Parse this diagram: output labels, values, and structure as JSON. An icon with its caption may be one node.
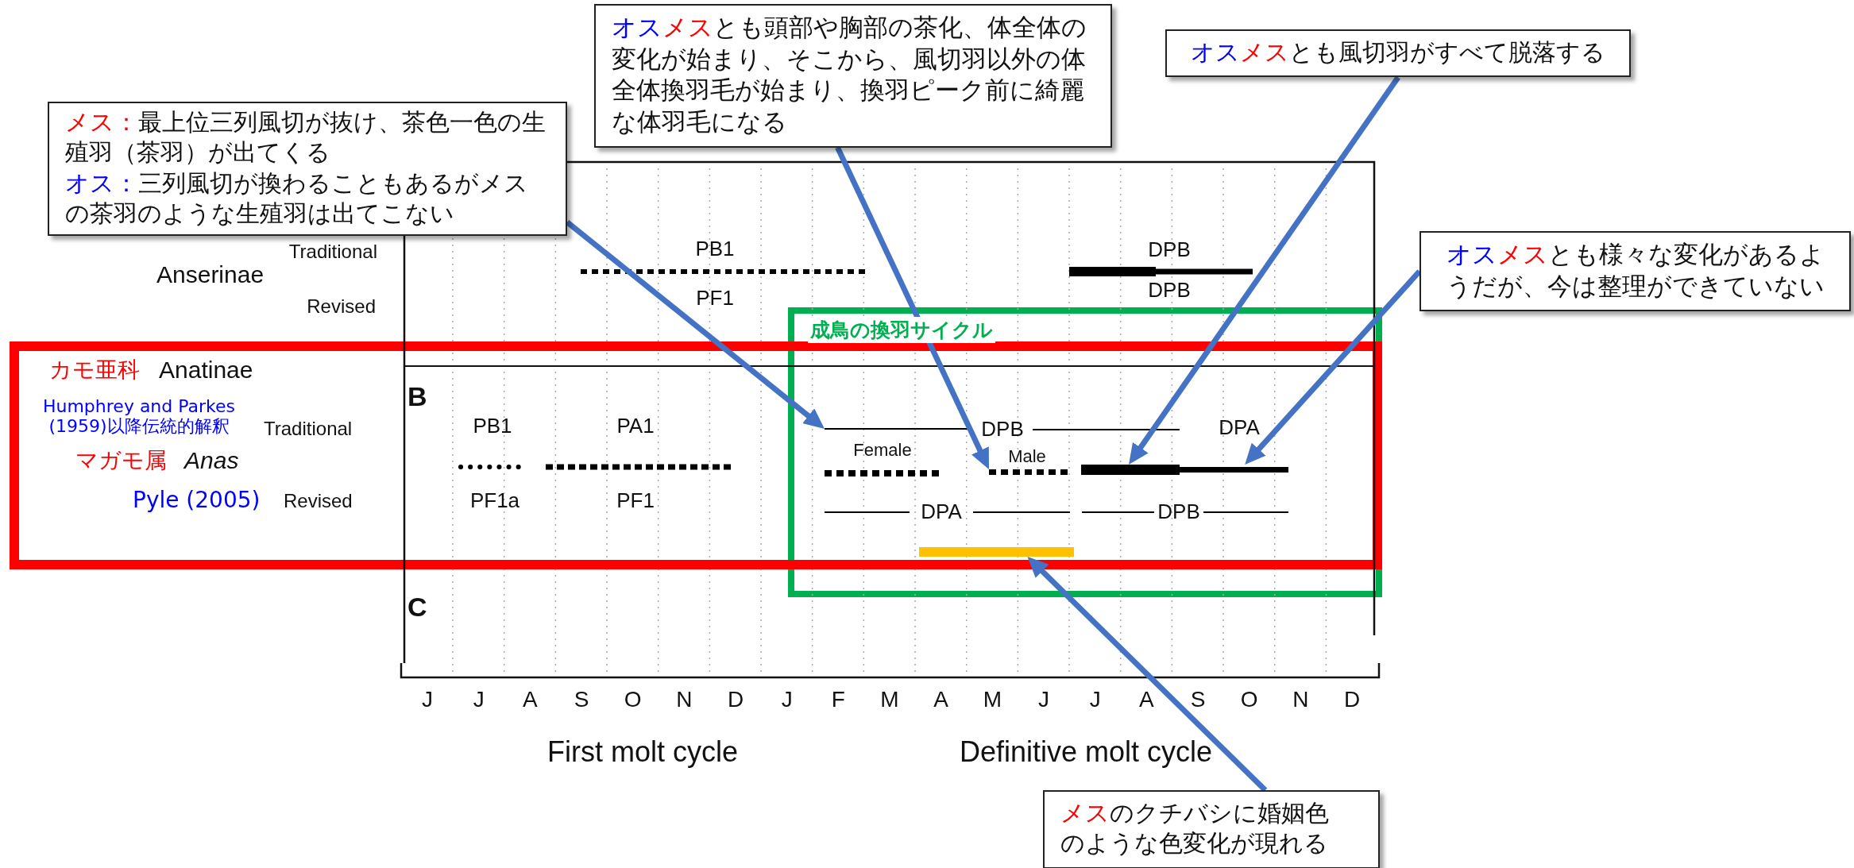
{
  "diagram": {
    "nodes": [
      {
        "text": [
          "メス：",
          "最上位三列風切が抜け、茶色一色の生殖羽（茶羽）が出てくる",
          "オス：",
          "三列風切が換わることもあるがメスの茶羽のような生殖羽は出てこない"
        ]
      },
      {
        "text": [
          "オス",
          "メス",
          "とも頭部や胸部の茶化、体全体の変化が始まり、そこから、風切羽以外の体全体換羽毛が始まり、換羽ピーク前に綺麗な体羽毛になる"
        ]
      },
      {
        "text": [
          "オス",
          "メス",
          "とも風切羽がすべて脱落する"
        ]
      },
      {
        "text": [
          "オス",
          "メス",
          "とも様々な変化があるようだが、今は整理ができていない"
        ]
      },
      {
        "text": [
          "メス",
          "のクチバシに婚姻色のような色変化が現れる"
        ]
      },
      {
        "text": [
          "成鳥の換羽サイクル"
        ]
      },
      {
        "text": [],
        "shape": "line",
        "in": 5
      },
      {
        "text": [],
        "shape": "bar",
        "in": 5
      },
      {
        "text": [],
        "shape": "bar",
        "in": 5
      },
      {
        "text": [],
        "shape": "bar",
        "in": 5
      }
    ],
    "edges": [
      {
        "from": 0,
        "to": 6,
        "arrow": "to"
      },
      {
        "from": 1,
        "to": 7,
        "arrow": "to"
      },
      {
        "from": 2,
        "to": 8,
        "arrow": "to"
      },
      {
        "from": 3,
        "to": 8,
        "arrow": "to"
      },
      {
        "from": 4,
        "to": 9,
        "arrow": "to"
      }
    ],
    "labels": [
      "Traditional",
      "PB1",
      "DPB",
      "Anserinae",
      "Revised",
      "PF1",
      "DPB",
      "カモ亜科",
      "Anatinae",
      "B",
      "Humphrey and Parkes (1959)以降伝統的解釈",
      "Traditional",
      "PB1",
      "PA1",
      "DPB",
      "DPA",
      "Female",
      "Male",
      "マガモ属",
      "Anas",
      "Pyle (2005)",
      "Revised",
      "PF1a",
      "PF1",
      "DPA",
      "DPB",
      "C",
      "J",
      "J",
      "A",
      "S",
      "O",
      "N",
      "D",
      "J",
      "F",
      "M",
      "A",
      "M",
      "J",
      "J",
      "A",
      "S",
      "O",
      "N",
      "D",
      "First molt cycle",
      "Definitive molt cycle"
    ]
  }
}
